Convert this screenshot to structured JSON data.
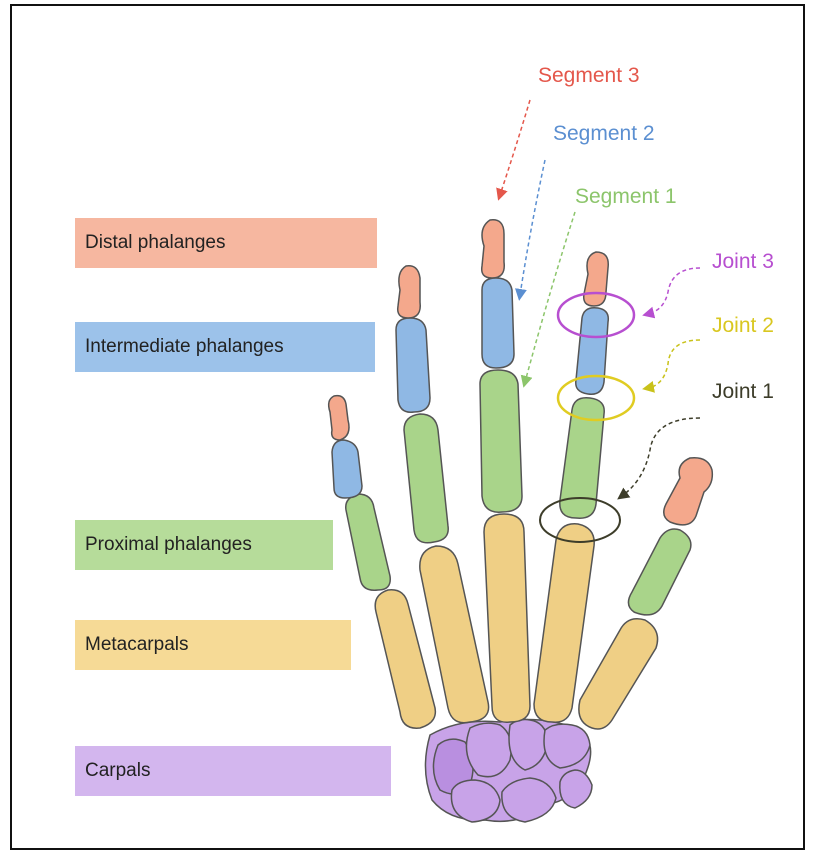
{
  "labels": {
    "distal": "Distal phalanges",
    "intermediate": "Intermediate phalanges",
    "proximal": "Proximal phalanges",
    "metacarpals": "Metacarpals",
    "carpals": "Carpals"
  },
  "callouts": {
    "segment3": "Segment 3",
    "segment2": "Segment 2",
    "segment1": "Segment 1",
    "joint3": "Joint 3",
    "joint2": "Joint 2",
    "joint1": "Joint 1"
  },
  "colors": {
    "distal": "#f4a88c",
    "intermediate": "#8fb8e4",
    "proximal": "#a9d48a",
    "metacarpal": "#efcf85",
    "carpal": "#c8a3e8",
    "segment3": "#e4574b",
    "segment2": "#5b8fd1",
    "segment1": "#8cc56b",
    "joint3": "#b74fd0",
    "joint2": "#e0cc22",
    "joint1": "#3d3d2a"
  }
}
